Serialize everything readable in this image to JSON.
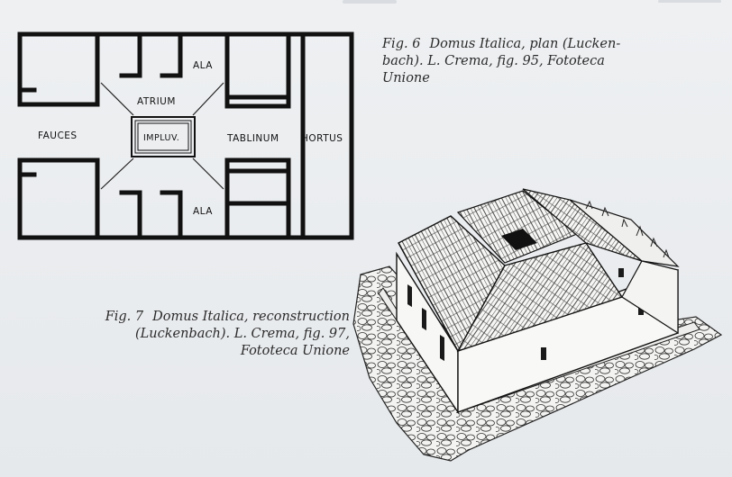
{
  "plan": {
    "labels": {
      "ala_top": "ALA",
      "atrium": "ATRIUM",
      "fauces": "FAUCES",
      "impluvium": "IMPLUV.",
      "tablinum": "TABLINUM",
      "hortus": "HORTUS",
      "ala_bottom": "ALA"
    }
  },
  "captions": {
    "fig6": {
      "number": "Fig. 6",
      "line1": "Domus Italica, plan (Lucken-",
      "line2": "bach). L. Crema, fig. 95, Fototeca",
      "line3": "Unione"
    },
    "fig7": {
      "number": "Fig. 7",
      "line1": "Domus Italica, reconstruction",
      "line2": "(Luckenbach). L. Crema, fig. 97,",
      "line3": "Fototeca Unione"
    }
  },
  "colors": {
    "ink": "#111111",
    "paper": "#eceff1"
  }
}
